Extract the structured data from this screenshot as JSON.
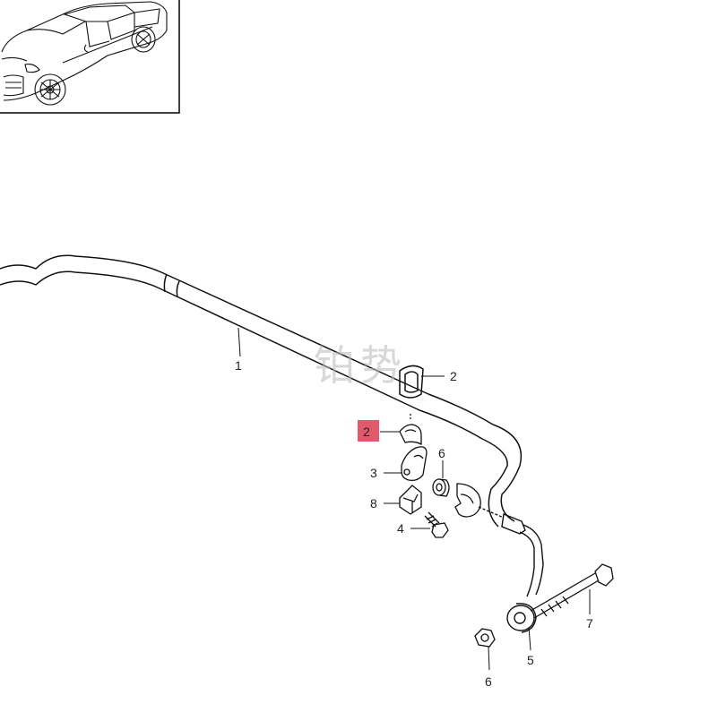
{
  "watermark": "铂势",
  "callouts": {
    "stabilizer_bar": "1",
    "bush_top": "2",
    "bush_highlight": "2",
    "bracket": "3",
    "bolt": "4",
    "coupling_rod": "5",
    "nut": "6",
    "washer_6": "6",
    "bolt_long": "7",
    "clip": "8"
  },
  "colors": {
    "line": "#111111",
    "highlight": "#e05a6b",
    "watermark": "#b9b9b9"
  }
}
